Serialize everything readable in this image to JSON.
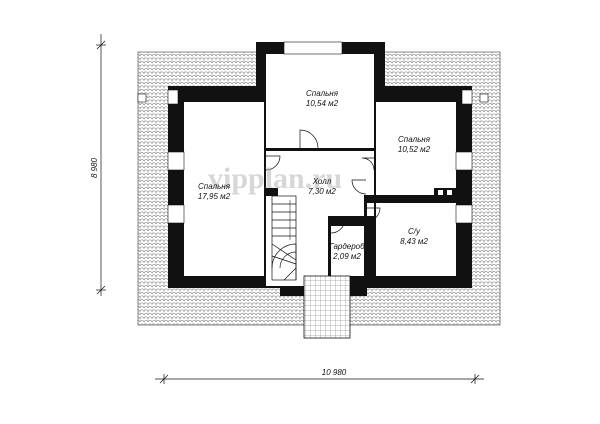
{
  "watermark": "vipplan.ru",
  "dimensions": {
    "width": "10 980",
    "height": "8 980"
  },
  "rooms": [
    {
      "name": "Спальня",
      "area": "10,54 м2"
    },
    {
      "name": "Спальня",
      "area": "10,52 м2"
    },
    {
      "name": "Холл",
      "area": "7,30 м2"
    },
    {
      "name": "Спальня",
      "area": "17,95 м2"
    },
    {
      "name": "С/у",
      "area": "8,43 м2"
    },
    {
      "name": "Гардероб",
      "area": "2,09 м2"
    }
  ]
}
